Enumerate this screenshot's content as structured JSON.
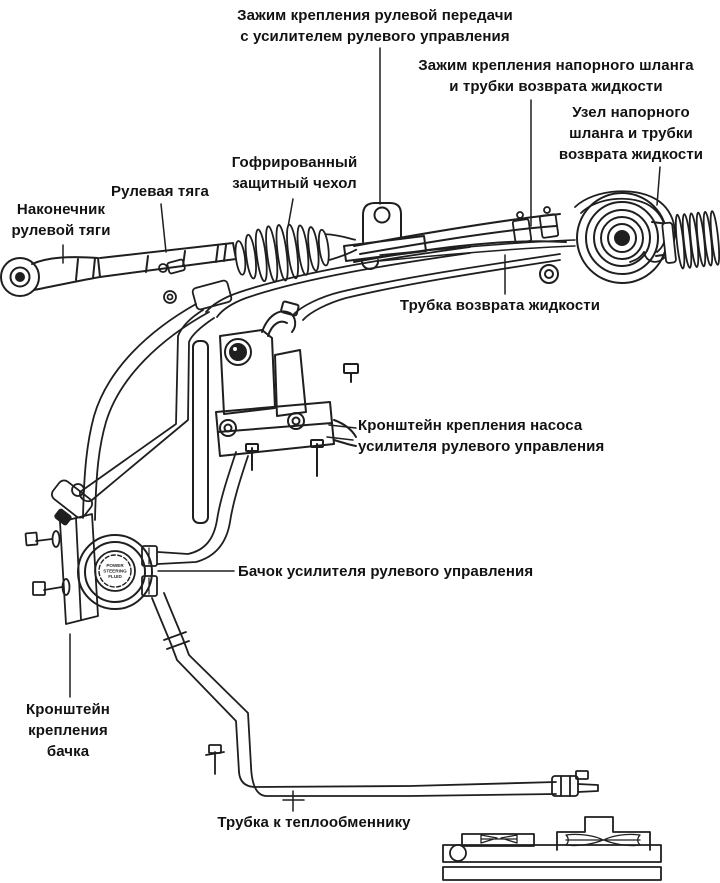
{
  "colors": {
    "background": "#ffffff",
    "line": "#1f1f1f",
    "text": "#121212"
  },
  "diagram": {
    "type": "technical-line-art",
    "labels": {
      "clamp_gear": {
        "text": "Зажим крепления рулевой передачи\nс усилителем рулевого управления"
      },
      "clamp_hose": {
        "text": "Зажим крепления напорного шланга\nи трубки возврата жидкости"
      },
      "hose_assembly": {
        "text": "Узел напорного\nшланга и трубки\nвозврата жидкости"
      },
      "boot": {
        "text": "Гофрированный\nзащитный чехол"
      },
      "tie_rod": {
        "text": "Рулевая тяга"
      },
      "tie_rod_end": {
        "text": "Наконечник\nрулевой тяги"
      },
      "return_tube": {
        "text": "Трубка возврата жидкости"
      },
      "pump_bracket": {
        "text": "Кронштейн крепления насоса\nусилителя рулевого управления"
      },
      "reservoir": {
        "text": "Бачок усилителя рулевого управления"
      },
      "reservoir_bracket": {
        "text": "Кронштейн\nкрепления\nбачка"
      },
      "heat_tube": {
        "text": "Трубка к теплообменнику"
      }
    },
    "reservoir_cap": {
      "line1": "POWER",
      "line2": "STEERING",
      "line3": "FLUID"
    }
  }
}
